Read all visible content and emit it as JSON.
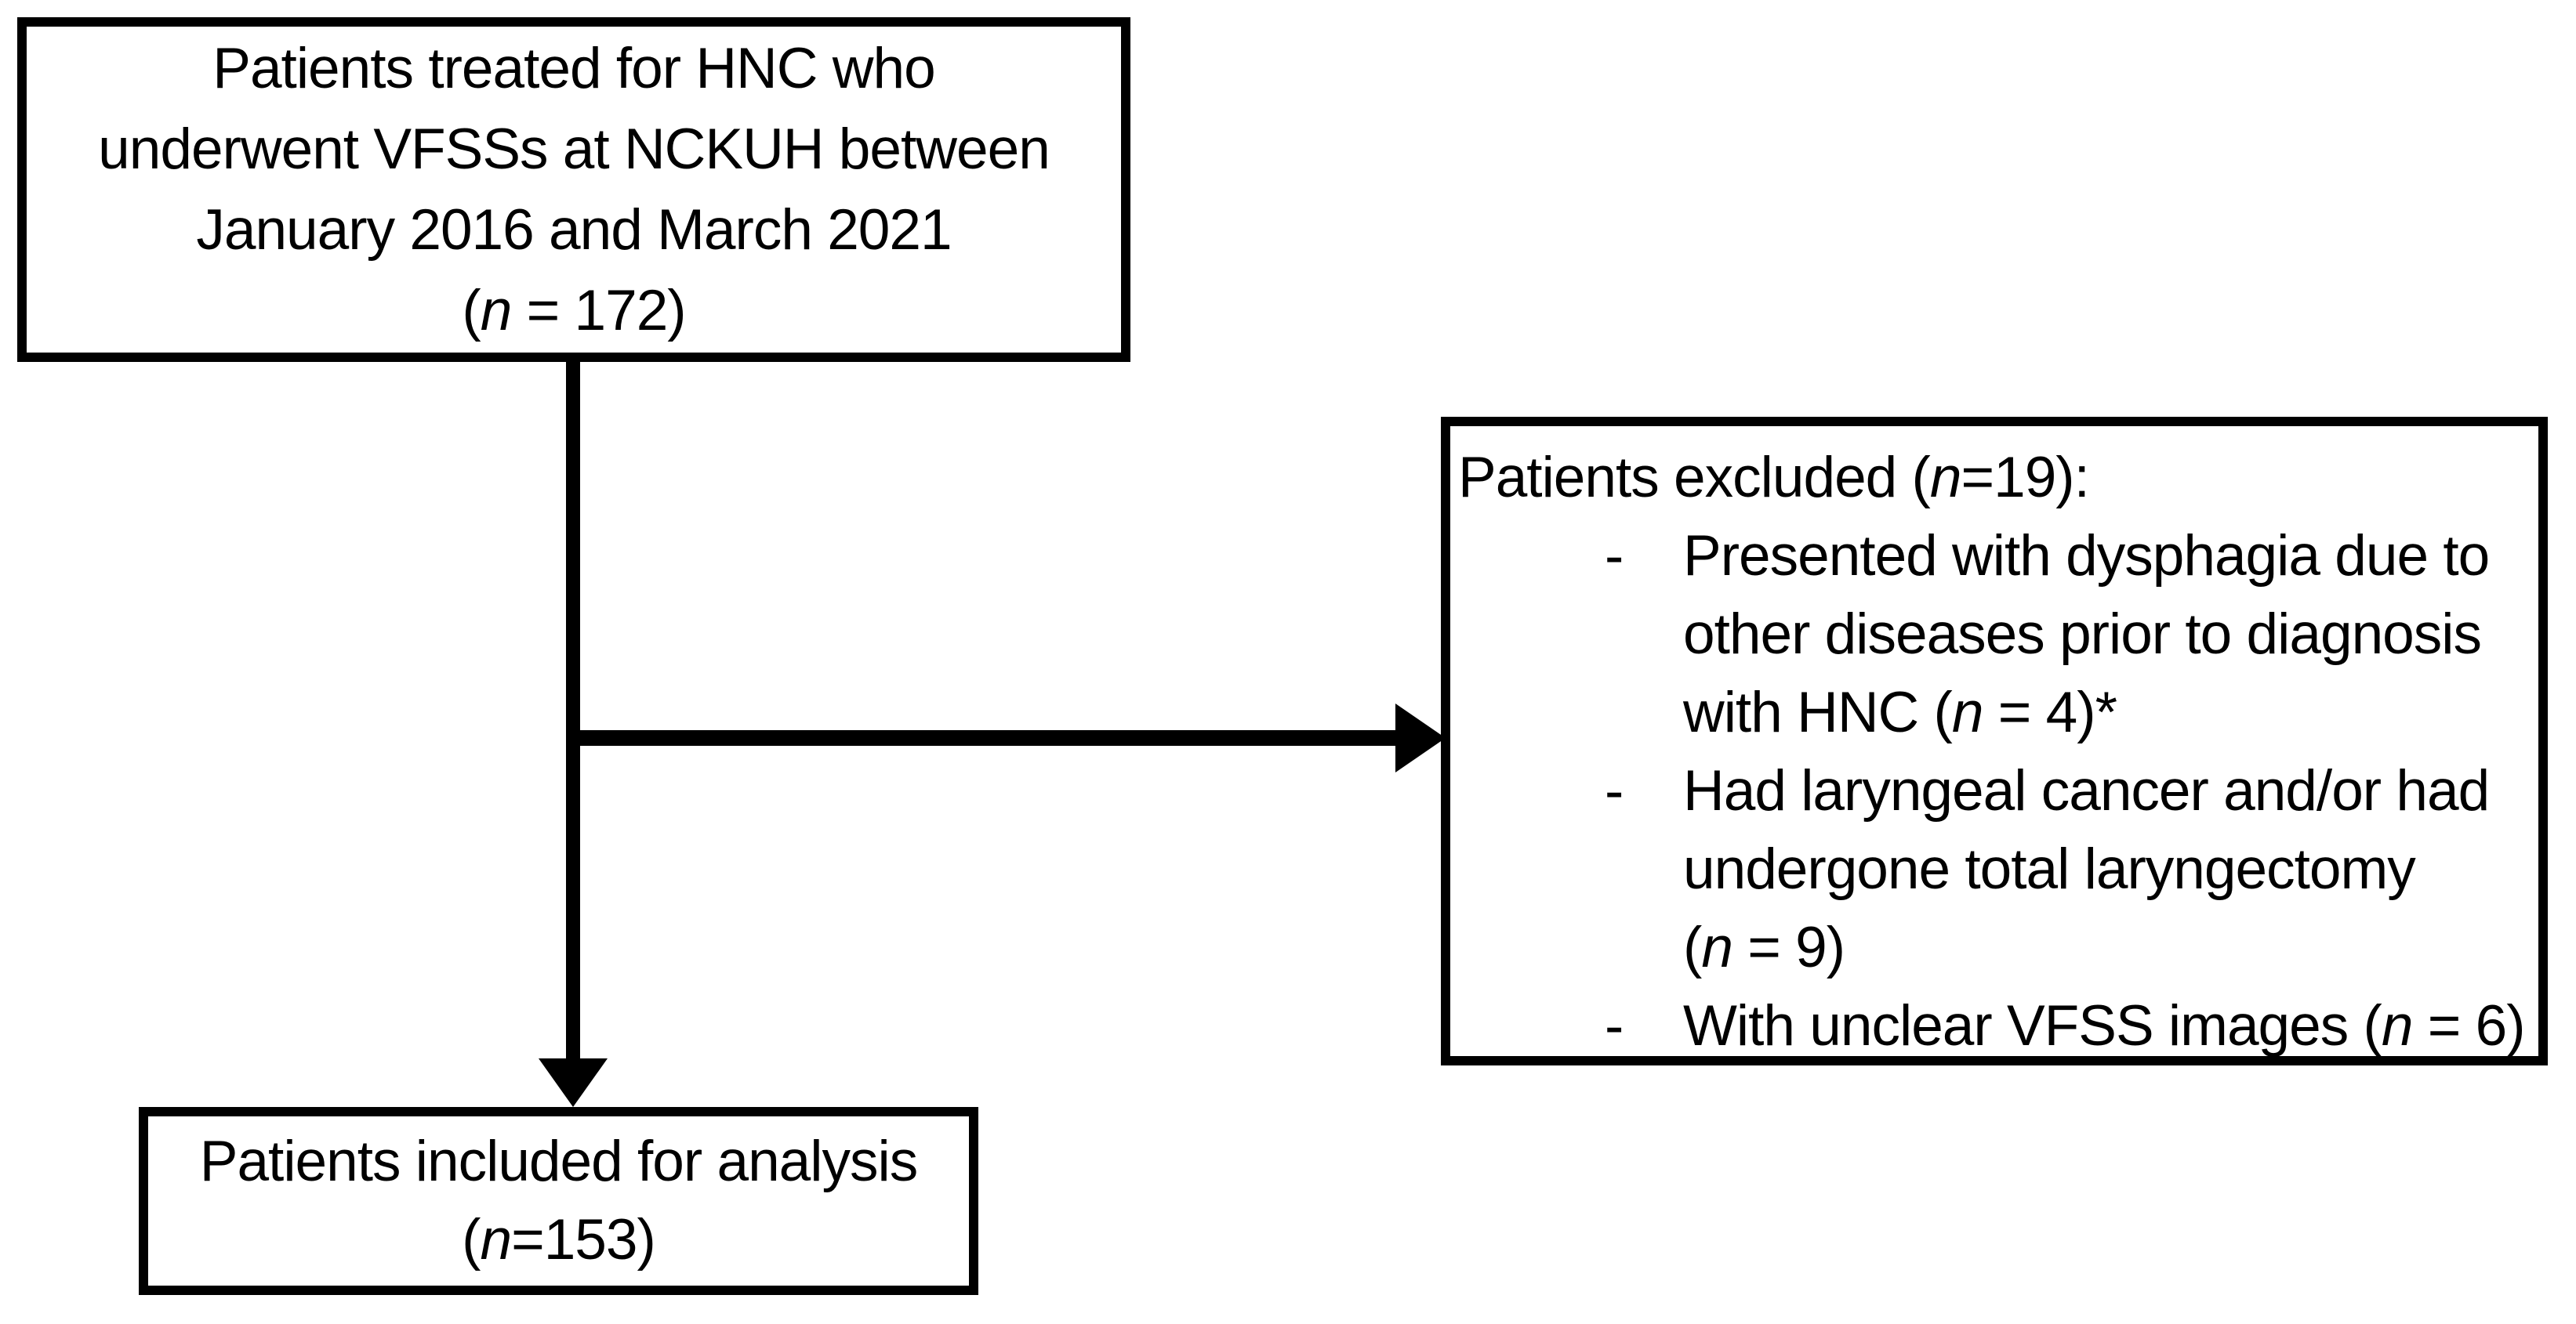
{
  "page": {
    "background_color": "#ffffff",
    "ink_color": "#000000"
  },
  "flowchart": {
    "top_box": {
      "lines": [
        [
          {
            "text": "Patients treated for HNC who"
          }
        ],
        [
          {
            "text": "underwent VFSSs at NCKUH between"
          }
        ],
        [
          {
            "text": "January 2016 and March 2021"
          }
        ],
        [
          {
            "text": "("
          },
          {
            "text": "n",
            "italic": true
          },
          {
            "text": " = 172)"
          }
        ]
      ]
    },
    "excluded_box": {
      "header_line": [
        {
          "text": "Patients excluded ("
        },
        {
          "text": "n",
          "italic": true
        },
        {
          "text": "=19):"
        }
      ],
      "bullet_char": "-",
      "items": [
        {
          "lines": [
            [
              {
                "text": "Presented with dysphagia due to"
              }
            ],
            [
              {
                "text": "other diseases prior to diagnosis"
              }
            ],
            [
              {
                "text": "with HNC ("
              },
              {
                "text": "n",
                "italic": true
              },
              {
                "text": " = 4)*"
              }
            ]
          ]
        },
        {
          "lines": [
            [
              {
                "text": "Had laryngeal cancer and/or had"
              }
            ],
            [
              {
                "text": "undergone total laryngectomy"
              }
            ],
            [
              {
                "text": "("
              },
              {
                "text": "n",
                "italic": true
              },
              {
                "text": " = 9)"
              }
            ]
          ]
        },
        {
          "lines": [
            [
              {
                "text": "With unclear VFSS images ("
              },
              {
                "text": "n",
                "italic": true
              },
              {
                "text": " = 6)"
              }
            ]
          ]
        }
      ]
    },
    "included_box": {
      "lines": [
        [
          {
            "text": "Patients included for analysis"
          }
        ],
        [
          {
            "text": "("
          },
          {
            "text": "n",
            "italic": true
          },
          {
            "text": "=153)"
          }
        ]
      ]
    }
  }
}
